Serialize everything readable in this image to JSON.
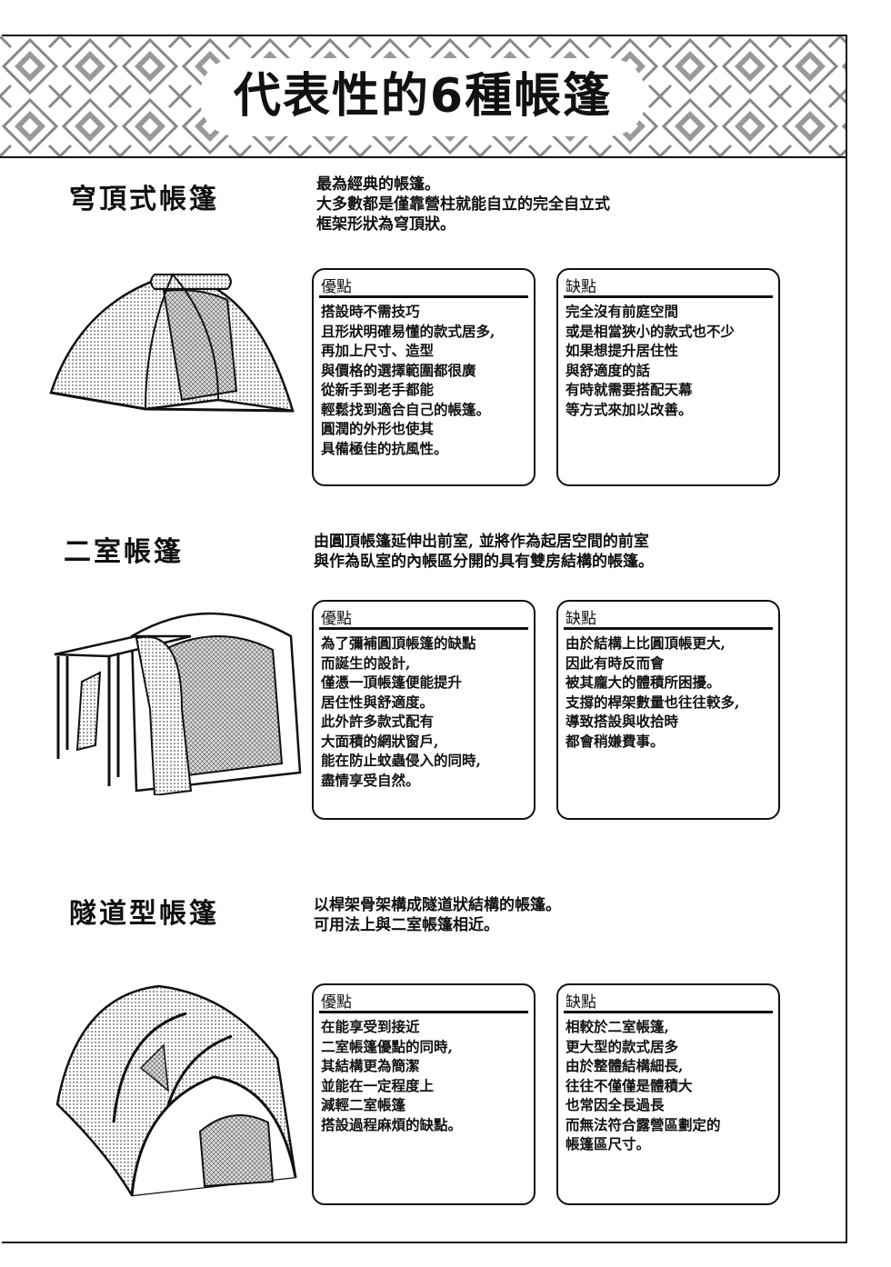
{
  "page_title": "代表性的6種帳篷",
  "sections": [
    {
      "name": "穹頂式帳篷",
      "desc": [
        "最為經典的帳篷。",
        "大多數都是僅靠營柱就能自立的完全自立式",
        "框架形狀為穹頂狀。"
      ],
      "pros_label": "優點",
      "pros": [
        "搭設時不需技巧",
        "且形狀明確易懂的款式居多,",
        "再加上尺寸、造型",
        "與價格的選擇範圍都很廣",
        "從新手到老手都能",
        "輕鬆找到適合自己的帳篷。",
        "圓潤的外形也使其",
        "具備極佳的抗風性。"
      ],
      "cons_label": "缺點",
      "cons": [
        "完全沒有前庭空間",
        "或是相當狹小的款式也不少",
        "如果想提升居住性",
        "與舒適度的話",
        "有時就需要搭配天幕",
        "等方式來加以改善。"
      ]
    },
    {
      "name": "二室帳篷",
      "desc": [
        "由圓頂帳篷延伸出前室, 並將作為起居空間的前室",
        "與作為臥室的內帳區分開的具有雙房結構的帳篷。"
      ],
      "pros_label": "優點",
      "pros": [
        "為了彌補圓頂帳篷的缺點",
        "而誕生的設計,",
        "僅憑一頂帳篷便能提升",
        "居住性與舒適度。",
        "此外許多款式配有",
        "大面積的網狀窗戶,",
        "能在防止蚊蟲侵入的同時,",
        "盡情享受自然。"
      ],
      "cons_label": "缺點",
      "cons": [
        "由於結構上比圓頂帳更大,",
        "因此有時反而會",
        "被其龐大的體積所困擾。",
        "支撐的桿架數量也往往較多,",
        "導致搭設與收拾時",
        "都會稍嫌費事。"
      ]
    },
    {
      "name": "隧道型帳篷",
      "desc": [
        "以桿架骨架構成隧道狀結構的帳篷。",
        "可用法上與二室帳篷相近。"
      ],
      "pros_label": "優點",
      "pros": [
        "在能享受到接近",
        "二室帳篷優點的同時,",
        "其結構更為簡潔",
        "並能在一定程度上",
        "減輕二室帳篷",
        "搭設過程麻煩的缺點。"
      ],
      "cons_label": "缺點",
      "cons": [
        "相較於二室帳篷,",
        "更大型的款式居多",
        "由於整體結構細長,",
        "往往不僅僅是體積大",
        "也常因全長過長",
        "而無法符合露營區劃定的",
        "帳篷區尺寸。"
      ]
    }
  ]
}
